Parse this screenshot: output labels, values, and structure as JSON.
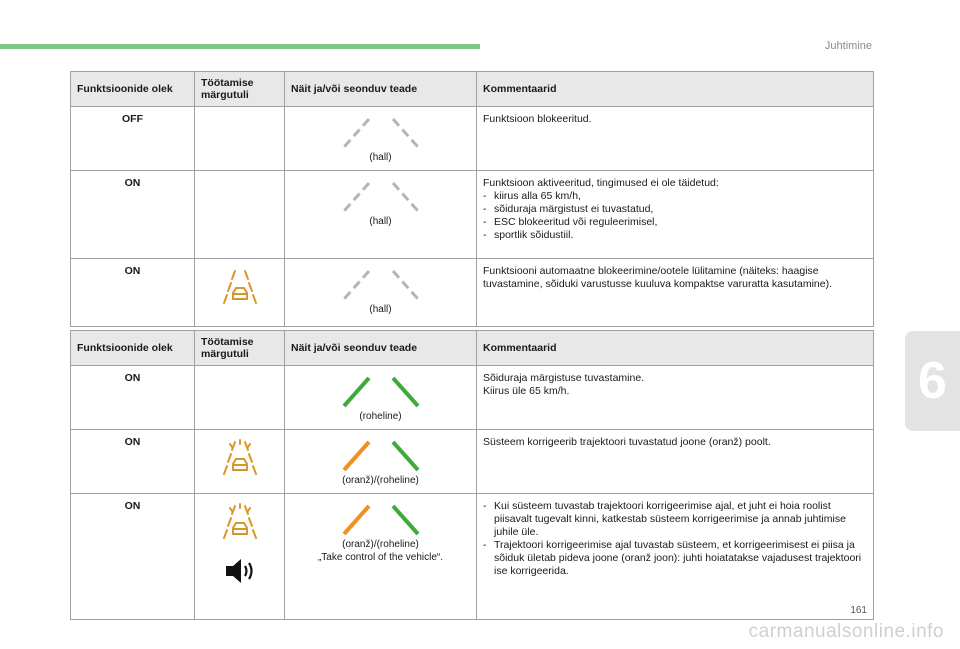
{
  "header": {
    "section": "Juhtimine",
    "chapter": "6",
    "page": "161",
    "watermark": "carmanualsonline.info"
  },
  "colors": {
    "accent_bar": "#7cc987",
    "grey_line": "#b5b5b5",
    "green_line": "#3daa3f",
    "orange_line": "#f09020",
    "amber_lamp": "#d9962a"
  },
  "columns": [
    "Funktsioonide olek",
    "Töötamise märgutuli",
    "Näit ja/või seonduv teade",
    "Kommentaarid"
  ],
  "table1": {
    "rows": [
      {
        "state": "OFF",
        "caption": "(hall)",
        "comment": "Funktsioon blokeeritud."
      },
      {
        "state": "ON",
        "caption": "(hall)",
        "comment": "Funktsioon aktiveeritud, tingimused ei ole täidetud:",
        "bullets": [
          "kiirus alla 65 km/h,",
          "sõiduraja märgistust ei tuvastatud,",
          "ESC blokeeritud või reguleerimisel,",
          "sportlik sõidustiil."
        ]
      },
      {
        "state": "ON",
        "caption": "(hall)",
        "comment": "Funktsiooni automaatne blokeerimine/ootele lülitamine (näiteks: haagise tuvastamine, sõiduki varustusse kuuluva kompaktse varuratta kasutamine)."
      }
    ]
  },
  "table2": {
    "rows": [
      {
        "state": "ON",
        "caption": "(roheline)",
        "comment_lines": [
          "Sõiduraja märgistuse tuvastamine.",
          "Kiirus üle 65 km/h."
        ]
      },
      {
        "state": "ON",
        "caption": "(oranž)/(roheline)",
        "comment": "Süsteem korrigeerib trajektoori tuvastatud joone (oranž) poolt."
      },
      {
        "state": "ON",
        "caption": "(oranž)/(roheline)",
        "caption2": "„Take control of the vehicle“.",
        "bullets": [
          "Kui süsteem tuvastab trajektoori korrigeerimise ajal, et juht ei hoia roolist piisavalt tugevalt kinni, katkestab süsteem korrigeerimise ja annab juhtimise juhile üle.",
          "Trajektoori korrigeerimise ajal tuvastab süsteem, et korrigeerimisest ei piisa ja sõiduk ületab pideva joone (oranž joon): juhti hoiatatakse vajadusest trajektoori ise korrigeerida."
        ]
      }
    ]
  },
  "icons": {
    "lane_lamp": "lane-keeping-warning-icon",
    "speaker": "speaker-icon"
  }
}
